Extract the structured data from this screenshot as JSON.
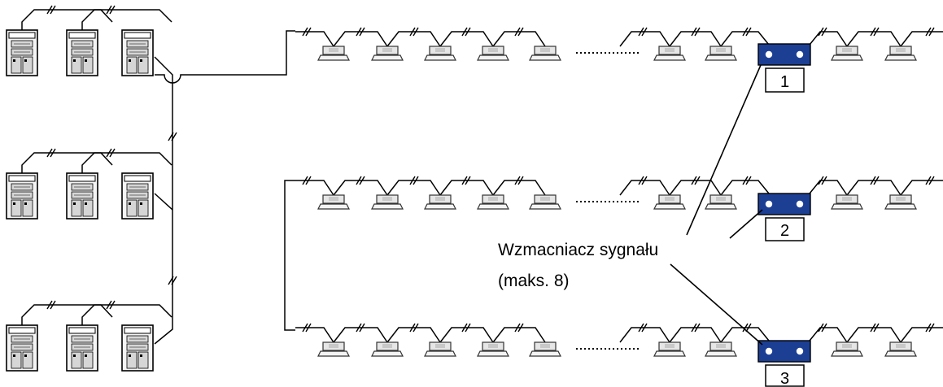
{
  "caption": {
    "line1": "Wzmacniacz sygnału",
    "line2": "(maks. 8)"
  },
  "amplifiers": [
    {
      "number": "1"
    },
    {
      "number": "2"
    },
    {
      "number": "3"
    }
  ],
  "colors": {
    "line": "#000000",
    "unit_fill": "#e6e6e6",
    "unit_stroke": "#333333",
    "amplifier_fill": "#1c3f94",
    "amplifier_dot": "#ffffff"
  },
  "icons": {
    "outdoor_unit": "outdoor-unit-icon",
    "indoor_unit": "cassette-indoor-unit-icon",
    "amplifier": "signal-amplifier-icon",
    "break_mark": "break-mark-icon"
  }
}
